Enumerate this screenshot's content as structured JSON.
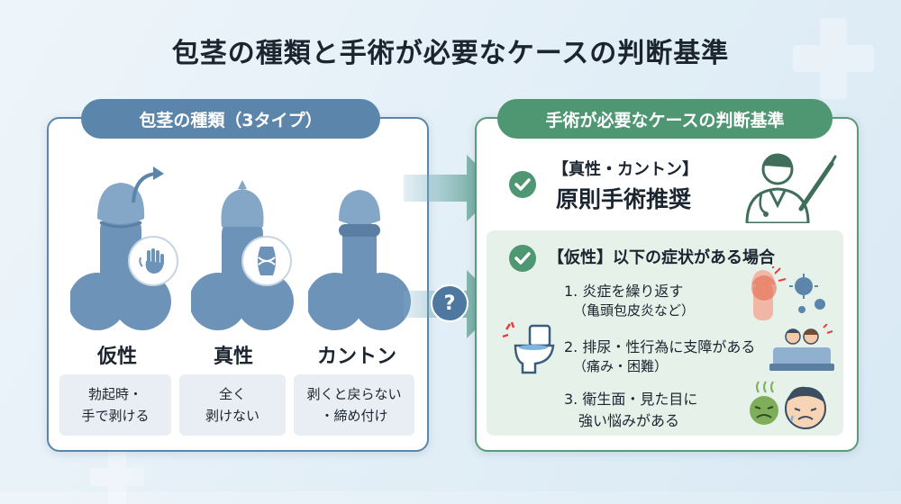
{
  "title": "包茎の種類と手術が必要なケースの判断基準",
  "left": {
    "header": "包茎の種類（3タイプ）",
    "types": [
      {
        "name": "仮性",
        "desc_lines": [
          "勃起時・",
          "手で剥ける"
        ]
      },
      {
        "name": "真性",
        "desc_lines": [
          "全く",
          "剥けない"
        ]
      },
      {
        "name": "カントン",
        "desc_lines": [
          "剥くと戻らない",
          "・締め付け"
        ]
      }
    ]
  },
  "right": {
    "header": "手術が必要なケースの判断基準",
    "true_case": {
      "label": "【真性・カントン】",
      "verdict": "原則手術推奨"
    },
    "false_case": {
      "label": "【仮性】以下の症状がある場合",
      "items": [
        {
          "line1": "1. 炎症を繰り返す",
          "line2": "（亀頭包皮炎など）"
        },
        {
          "line1": "2. 排尿・性行為に支障がある",
          "line2": "（痛み・困難）"
        },
        {
          "line1": "3. 衛生面・見た目に",
          "line2": "強い悩みがある"
        }
      ]
    }
  },
  "question_mark": "?",
  "colors": {
    "blue": "#5b85ab",
    "green": "#4f9673",
    "figure": "#6e93b8"
  }
}
